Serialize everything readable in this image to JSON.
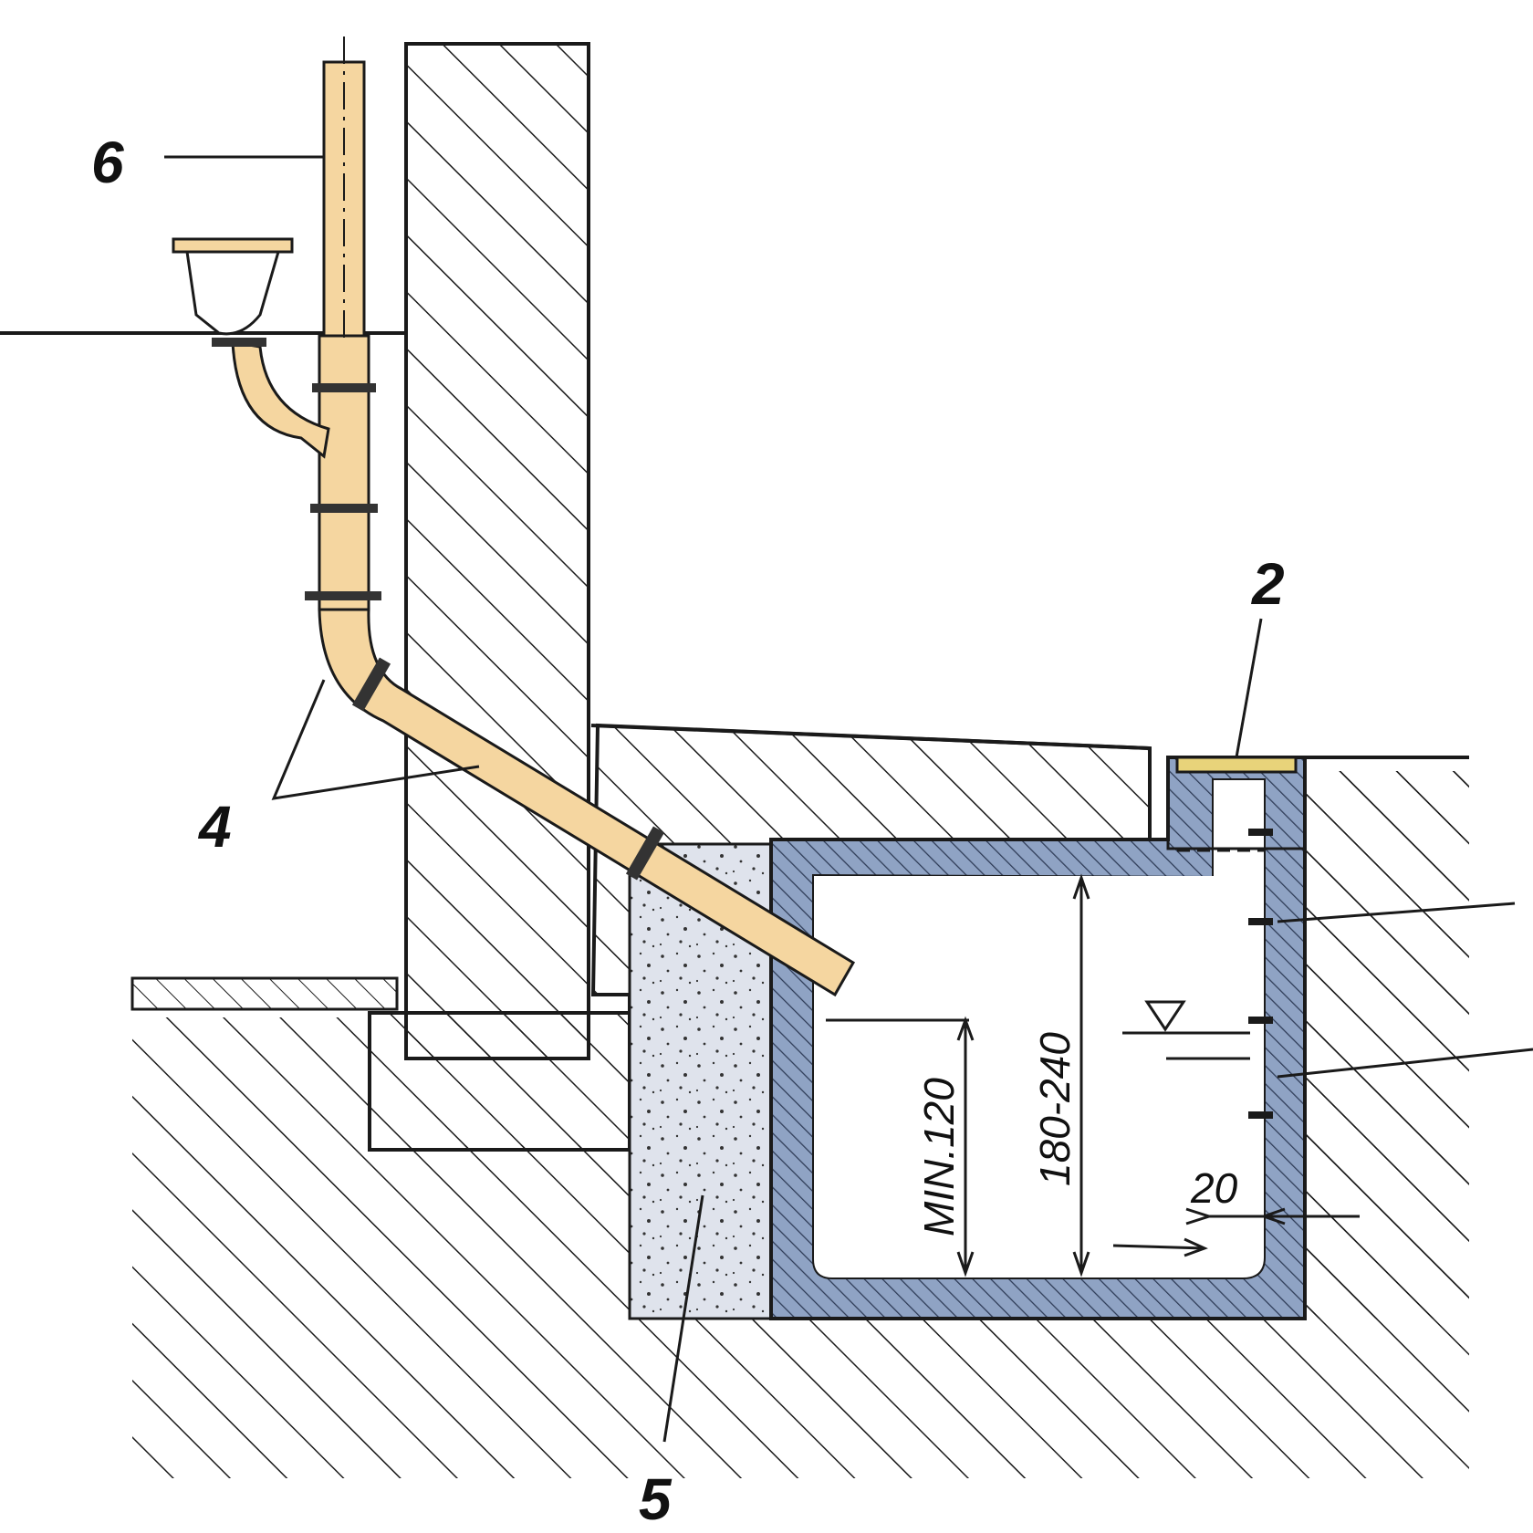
{
  "diagram": {
    "callouts": {
      "c6": "6",
      "c2": "2",
      "c4": "4",
      "c5": "5"
    },
    "dimensions": {
      "height_range": "180-240",
      "min_depth": "MIN.120",
      "wall_thickness": "20"
    },
    "colors": {
      "pipe_fill": "#f5d6a0",
      "pipe_stroke": "#1a1a1a",
      "concrete_fill": "#dfe3ec",
      "tank_wall_fill": "#8fa3c4",
      "grate_fill": "#e8d37a",
      "hatch": "#1a1a1a"
    }
  }
}
